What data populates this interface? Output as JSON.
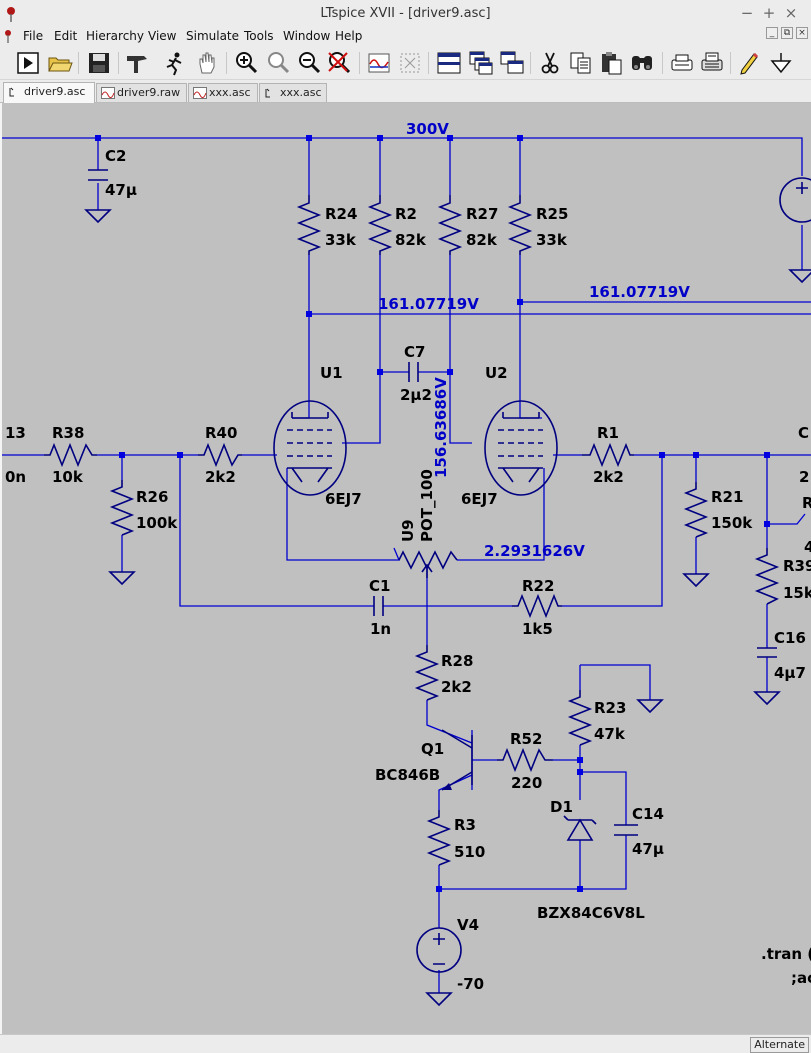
{
  "window": {
    "title": "LTspice XVII - [driver9.asc]",
    "controls": [
      "−",
      "+",
      "×"
    ],
    "mdi_controls": [
      "_",
      "⧉",
      "×"
    ]
  },
  "menu": [
    "File",
    "Edit",
    "Hierarchy",
    "View",
    "Simulate",
    "Tools",
    "Window",
    "Help"
  ],
  "toolbar_icons": [
    "run-icon",
    "open-icon",
    "save-icon",
    "control-panel-icon",
    "halt-icon",
    "pan-icon",
    "zoom-in-icon",
    "zoom-box-icon",
    "zoom-out-icon",
    "zoom-cancel-icon",
    "autorange-icon",
    "fit-icon",
    "tile-horizontal-icon",
    "cascade-icon",
    "tile-vertical-icon",
    "cut-icon",
    "copy-icon",
    "paste-icon",
    "find-icon",
    "print-setup-icon",
    "print-icon",
    "draw-wire-icon",
    "ground-icon"
  ],
  "tabs": [
    {
      "label": "driver9.asc",
      "active": true
    },
    {
      "label": "driver9.raw",
      "active": false
    },
    {
      "label": "xxx.asc",
      "active": false
    },
    {
      "label": "xxx.asc",
      "active": false
    }
  ],
  "schematic": {
    "net_labels": [
      "300V",
      "161.07719V",
      "161.07719V",
      "156.63686V",
      "2.2931626V"
    ],
    "components": [
      {
        "ref": "C2",
        "value": "47µ"
      },
      {
        "ref": "R24",
        "value": "33k"
      },
      {
        "ref": "R2",
        "value": "82k"
      },
      {
        "ref": "R27",
        "value": "82k"
      },
      {
        "ref": "R25",
        "value": "33k"
      },
      {
        "ref": "C7",
        "value": "2µ2"
      },
      {
        "ref": "U1",
        "value": "6EJ7"
      },
      {
        "ref": "U2",
        "value": "6EJ7"
      },
      {
        "ref": "R38",
        "value": "10k"
      },
      {
        "ref": "R40",
        "value": "2k2"
      },
      {
        "ref": "R26",
        "value": "100k"
      },
      {
        "ref": "R1",
        "value": "2k2"
      },
      {
        "ref": "R21",
        "value": "150k"
      },
      {
        "ref": "U9",
        "value": "POT_100"
      },
      {
        "ref": "C1",
        "value": "1n"
      },
      {
        "ref": "R22",
        "value": "1k5"
      },
      {
        "ref": "R28",
        "value": "2k2"
      },
      {
        "ref": "R23",
        "value": "47k"
      },
      {
        "ref": "Q1",
        "value": "BC846B"
      },
      {
        "ref": "R52",
        "value": "220"
      },
      {
        "ref": "D1",
        "value": "BZX84C6V8L"
      },
      {
        "ref": "C14",
        "value": "47µ"
      },
      {
        "ref": "R3",
        "value": "510"
      },
      {
        "ref": "V4",
        "value": "-70"
      },
      {
        "ref": "R39",
        "value": "15k"
      },
      {
        "ref": "C16",
        "value": "4µ7"
      }
    ],
    "edge_fragments": [
      "13",
      "0n",
      "C",
      "2",
      "R",
      "4"
    ],
    "directives": [
      ".tran (",
      ";ac"
    ]
  },
  "status": {
    "mode": "Alternate"
  }
}
